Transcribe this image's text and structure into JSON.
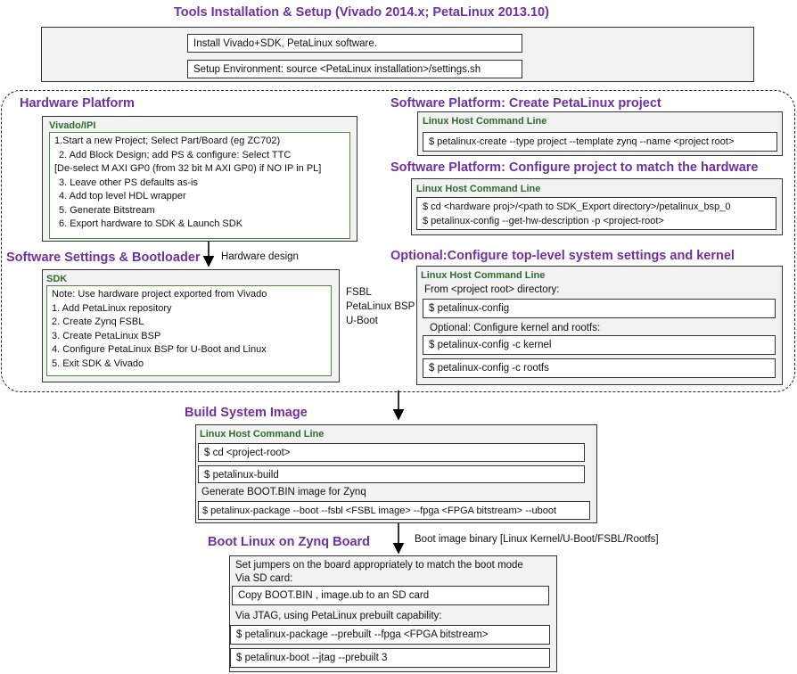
{
  "tools": {
    "title": "Tools Installation & Setup (Vivado 2014.x; PetaLinux 2013.10)",
    "install": "Install Vivado+SDK, PetaLinux software.",
    "setup_env": "Setup Environment: source <PetaLinux installation>/settings.sh"
  },
  "hardware": {
    "title": "Hardware Platform",
    "label": "Vivado/IPI",
    "steps": [
      "1.Start a new Project; Select Part/Board (eg ZC702)",
      "2. Add Block Design; add PS & configure: Select TTC",
      "[De-select M AXI GP0 (from 32 bit M AXI GP0) if NO IP in PL]",
      "3. Leave other PS defaults as-is",
      "4. Add top level HDL wrapper",
      "5. Generate Bitstream",
      "6. Export hardware to SDK & Launch SDK"
    ],
    "arrow_label": "Hardware design"
  },
  "software_settings": {
    "title": "Software Settings & Bootloader",
    "label": "SDK",
    "steps": [
      "Note: Use hardware project exported from Vivado",
      "1. Add PetaLinux repository",
      "2. Create Zynq FSBL",
      "3. Create PetaLinux BSP",
      "4. Configure PetaLinux BSP for U-Boot and Linux",
      "5. Exit SDK & Vivado"
    ],
    "outputs": [
      "FSBL",
      "PetaLinux BSP",
      "U-Boot"
    ]
  },
  "create_project": {
    "title": "Software Platform: Create PetaLinux project",
    "label": "Linux Host Command Line",
    "cmd": "$ petalinux-create --type project --template zynq --name <project root>"
  },
  "configure_project": {
    "title": "Software Platform: Configure project to match the hardware",
    "label": "Linux Host Command Line",
    "cmd1": "$ cd <hardware proj>/<path to SDK_Export directory>/petalinux_bsp_0",
    "cmd2": "$ petalinux-config --get-hw-description -p <project-root>"
  },
  "optional": {
    "title": "Optional:Configure top-level system settings and kernel",
    "label": "Linux Host Command Line",
    "from_dir": "From <project root> directory:",
    "cmd1": "$ petalinux-config",
    "note": "Optional: Configure kernel and rootfs:",
    "cmd2": "$ petalinux-config -c kernel",
    "cmd3": "$ petalinux-config -c rootfs"
  },
  "build": {
    "title": "Build System Image",
    "label": "Linux Host Command Line",
    "cmd1": "$ cd <project-root>",
    "cmd2": "$ petalinux-build",
    "note": "Generate BOOT.BIN image for Zynq",
    "cmd3": "$ petalinux-package --boot --fsbl <FSBL image> --fpga <FPGA bitstream> --uboot",
    "arrow_label": "Boot image binary [Linux Kernel/U-Boot/FSBL/Rootfs]"
  },
  "boot": {
    "title": "Boot Linux on Zynq Board",
    "note1": "Set jumpers on the board appropriately to match the boot mode",
    "note2": "Via SD card:",
    "cmd1": "Copy BOOT.BIN , image.ub to an SD card",
    "note3": "Via JTAG, using PetaLinux prebuilt capability:",
    "cmd2": "$ petalinux-package --prebuilt --fpga <FPGA bitstream>",
    "cmd3": "$ petalinux-boot --jtag --prebuilt 3"
  }
}
